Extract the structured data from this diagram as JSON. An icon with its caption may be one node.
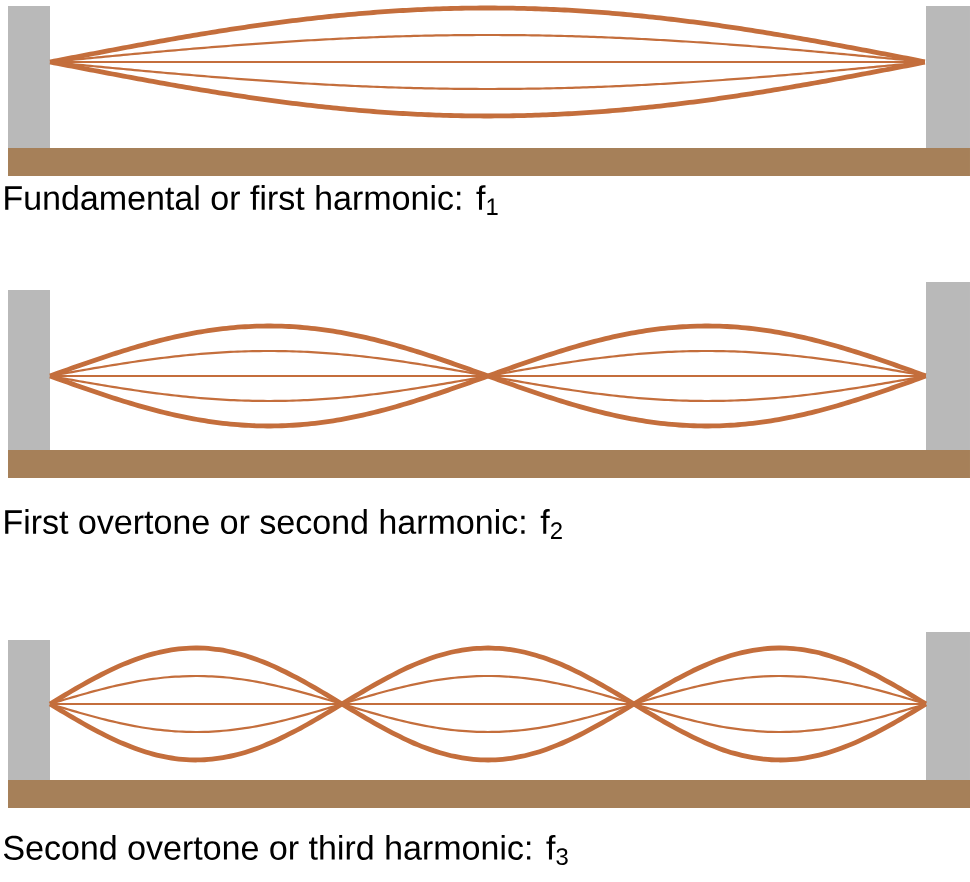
{
  "diagram": {
    "labels": [
      "Fundamental or first harmonic: f$_{1}$",
      "First overtone or second harmonic: f$_{2}$",
      "Second overtone or third harmonic: f$_{3}$"
    ]
  }
}
